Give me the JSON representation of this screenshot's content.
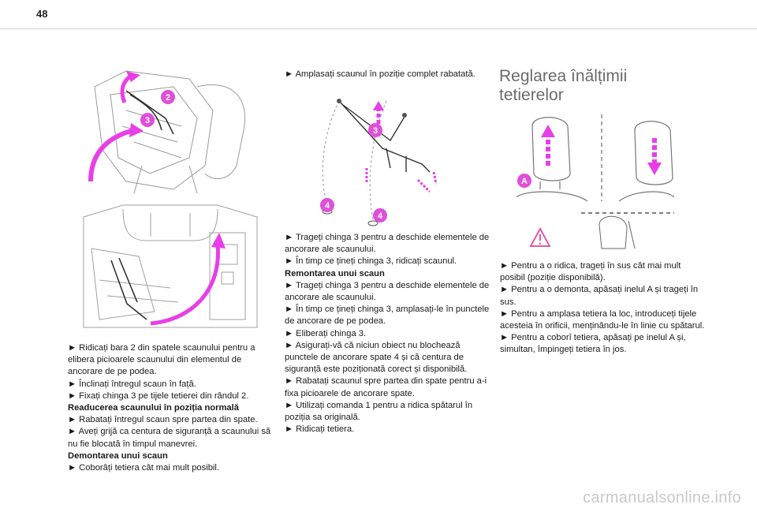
{
  "page_number": "48",
  "col1": {
    "lines": [
      "► Ridicați bara 2 din spatele scaunului pentru a elibera picioarele scaunului din elementul de ancorare de pe podea.",
      "► Înclinați întregul scaun în față.",
      "► Fixați chinga 3 pe tijele tetierei din rândul 2."
    ],
    "heading1": "Readucerea scaunului în poziția normală",
    "lines2": [
      "► Rabatați întregul scaun spre partea din spate.",
      "► Aveți grijă ca centura de siguranță a scaunului să nu fie blocată în timpul manevrei."
    ],
    "heading2": "Demontarea unui scaun",
    "lines3": [
      "► Coborâți tetiera cât mai mult posibil."
    ]
  },
  "col2": {
    "intro": "► Amplasați scaunul în poziție complet rabatată.",
    "lines": [
      "► Trageți chinga 3 pentru a deschide elementele de ancorare ale scaunului.",
      "► În timp ce țineți chinga 3, ridicați scaunul."
    ],
    "heading": "Remontarea unui scaun",
    "lines2": [
      "► Trageți chinga 3 pentru a deschide elementele de ancorare ale scaunului.",
      "► În timp ce țineți chinga 3, amplasați-le în punctele de ancorare de pe podea.",
      "► Eliberați chinga 3.",
      "► Asigurați-vă că niciun obiect nu blochează punctele de ancorare spate 4 și că centura de siguranță este poziționată corect și disponibilă.",
      "► Rabatați scaunul spre partea din spate pentru a-i fixa picioarele de ancorare spate.",
      "► Utilizați comanda 1 pentru a ridica spătarul în poziția sa originală.",
      "► Ridicați tetiera."
    ]
  },
  "col3": {
    "title_line1": "Reglarea înălțimii",
    "title_line2": "tetierelor",
    "lines": [
      "► Pentru a o ridica, trageți în sus cât mai mult posibil (poziție disponibilă).",
      "► Pentru a o demonta, apăsați inelul A și trageți în sus.",
      "► Pentru a amplasa tetiera la loc, introduceți tijele acesteia în orificii, menținându-le în linie cu spătarul.",
      "► Pentru a coborî tetiera, apăsați pe inelul A și, simultan, împingeți tetiera în jos."
    ]
  },
  "callouts": {
    "c2": "2",
    "c3a": "3",
    "c3b": "3",
    "c4a": "4",
    "c4b": "4",
    "cA": "A"
  },
  "colors": {
    "magenta": "#e83ee8",
    "callout": "#e04fd8",
    "line": "#8a8a8a",
    "warning": "#e05aa8"
  },
  "watermark": "carmanualsonline.info"
}
